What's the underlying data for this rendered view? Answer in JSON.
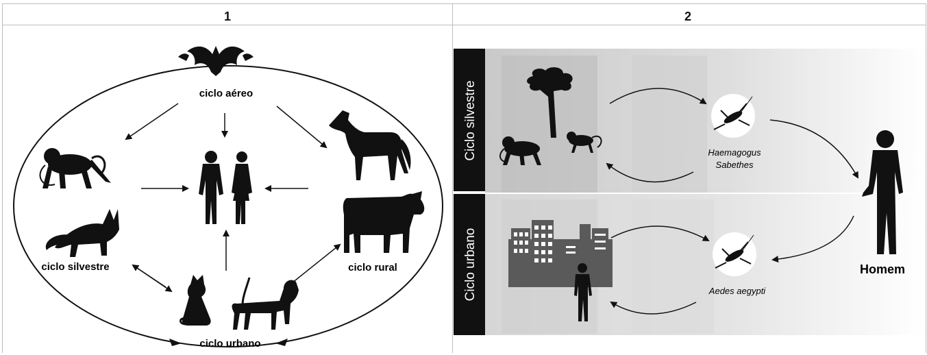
{
  "headers": [
    "1",
    "2"
  ],
  "panel1": {
    "labels": {
      "aereo": "ciclo aéreo",
      "silvestre": "ciclo silvestre",
      "rural": "ciclo rural",
      "urbano": "ciclo urbano"
    },
    "icons": [
      "bat-icon",
      "monkey-icon",
      "fox-icon",
      "human-pair-icon",
      "horse-icon",
      "cow-icon",
      "cat-icon",
      "dog-icon"
    ]
  },
  "panel2": {
    "side_labels": {
      "silvestre": "Ciclo silvestre",
      "urbano": "Ciclo urbano"
    },
    "vectors": {
      "line1": "Haemagogus",
      "line2": "Sabethes",
      "urban": "Aedes aegypti"
    },
    "host": "Homem",
    "icons": [
      "tree-icon",
      "monkey-icon",
      "mosquito-icon",
      "city-icon",
      "person-icon",
      "human-icon"
    ]
  }
}
